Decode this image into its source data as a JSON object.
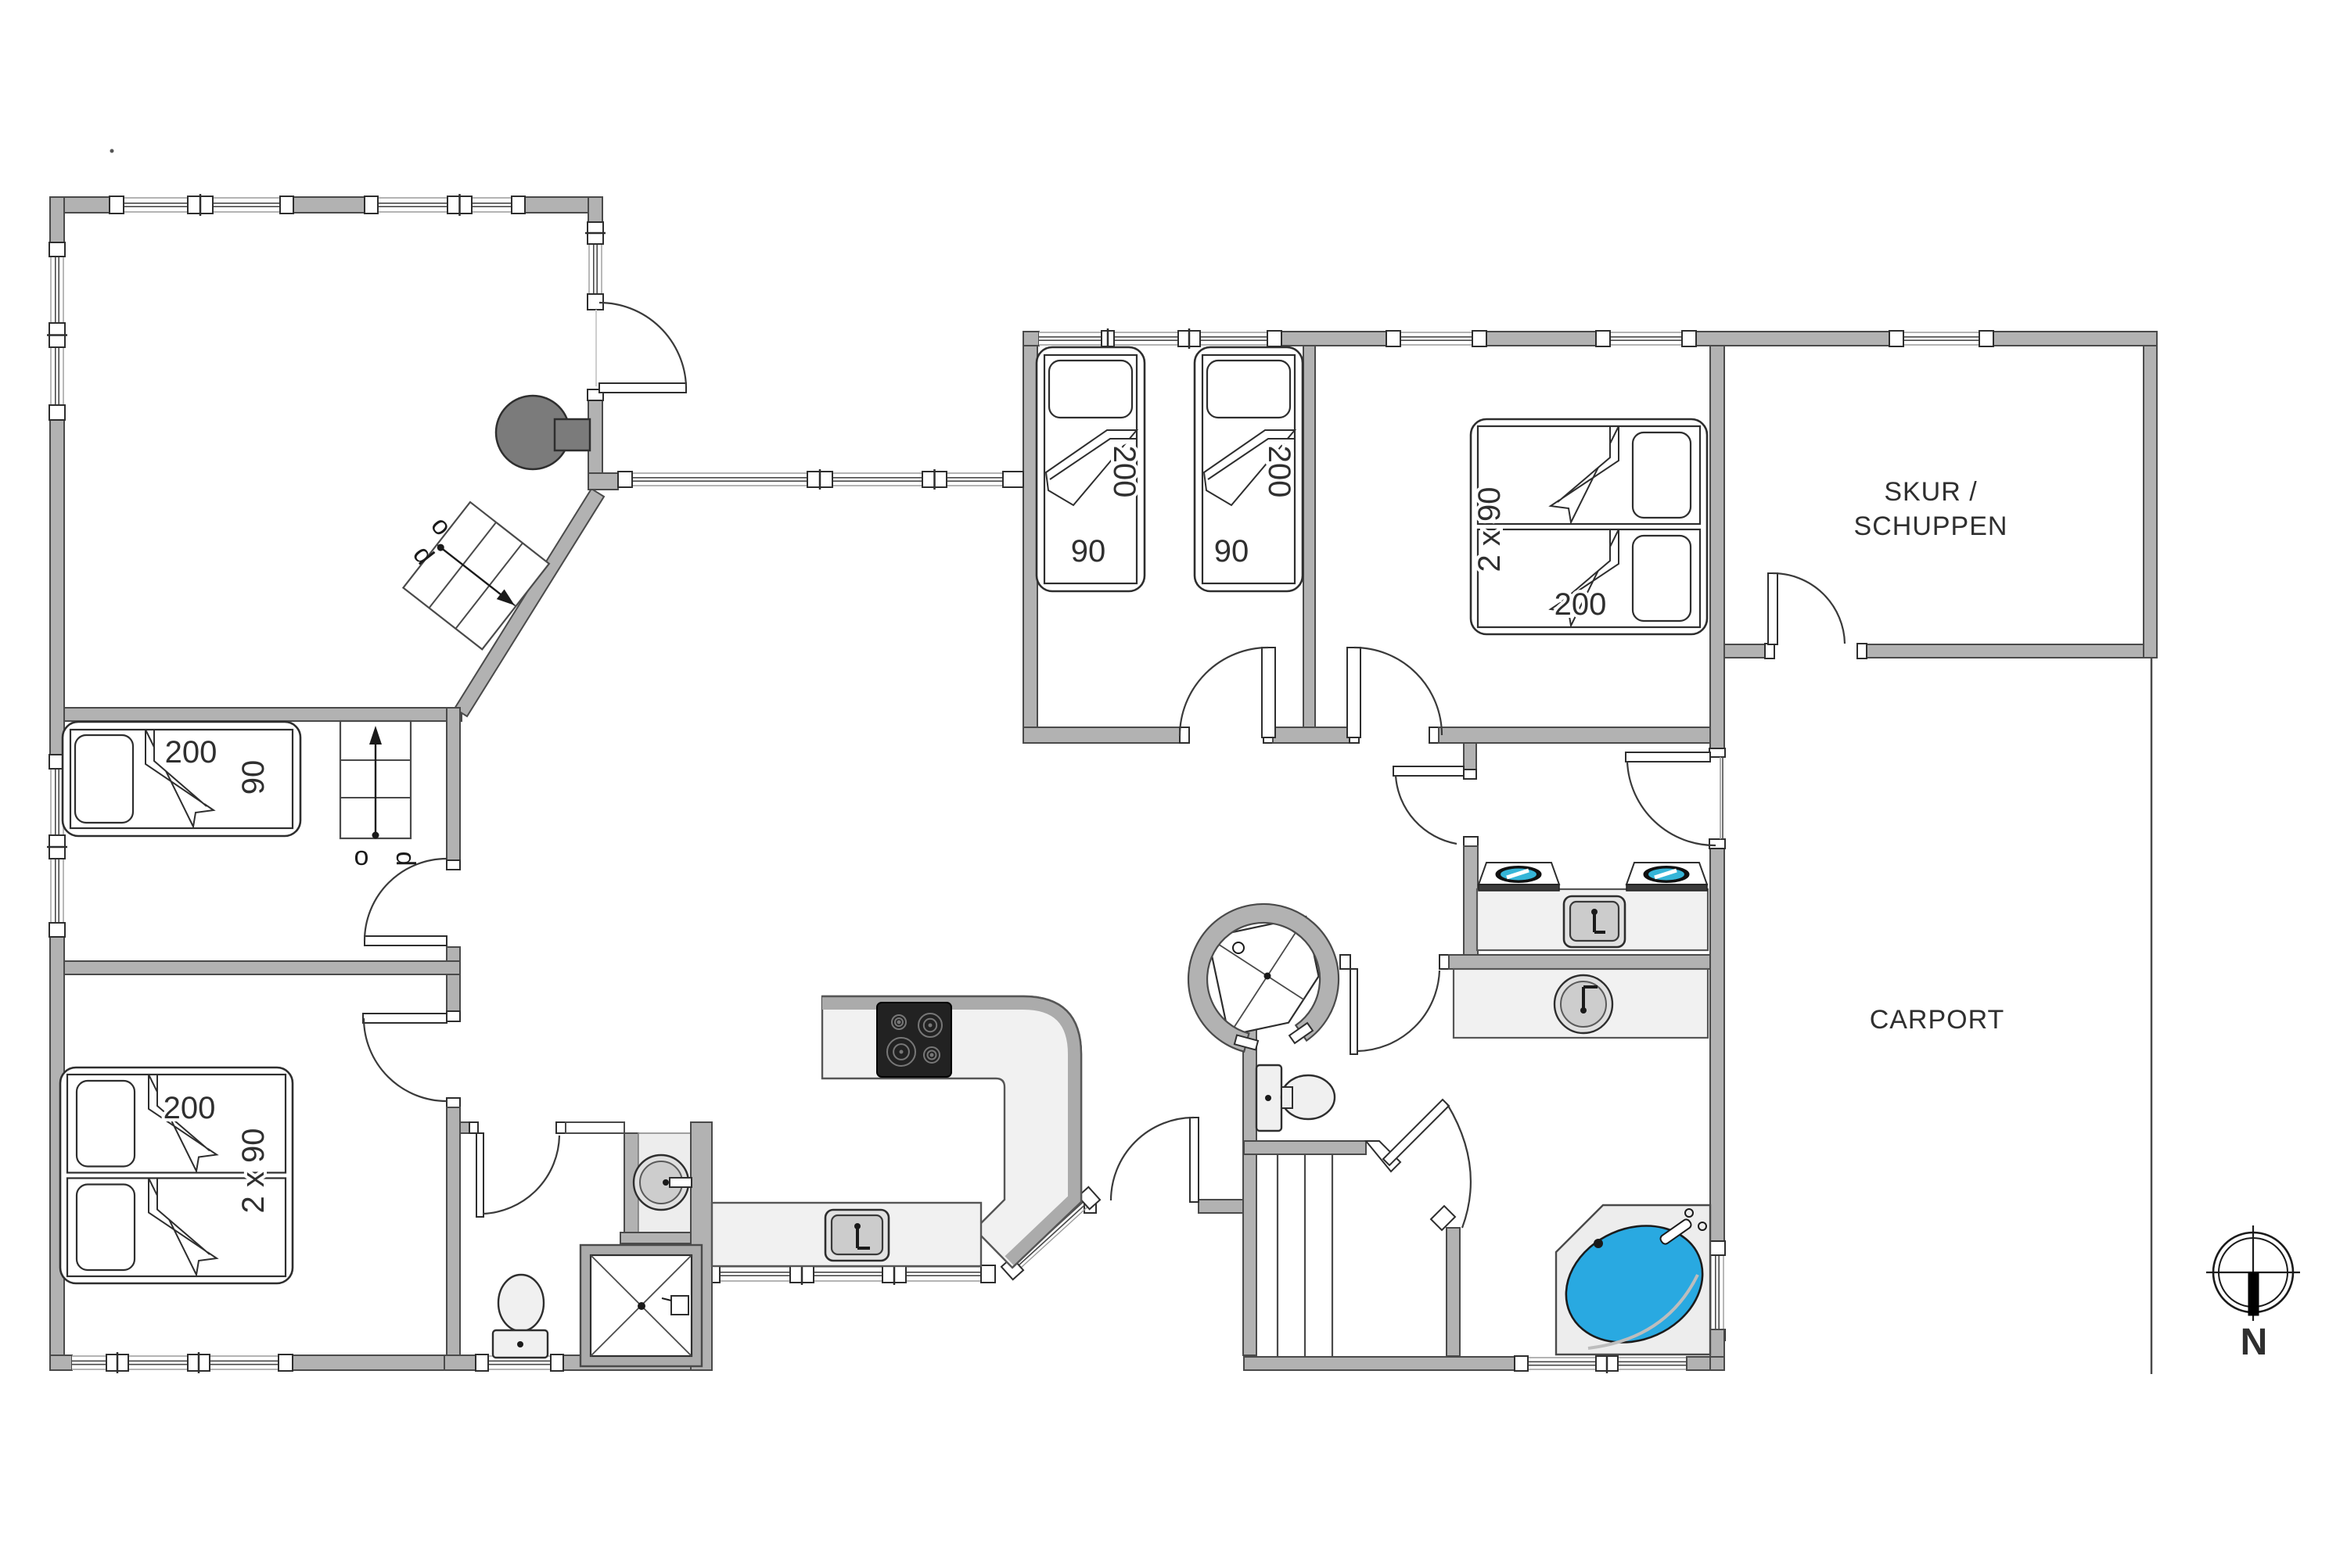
{
  "plan": {
    "type": "floor-plan",
    "rooms": {
      "shed": {
        "label_line1": "SKUR /",
        "label_line2": "SCHUPPEN"
      },
      "carport": {
        "label": "CARPORT"
      }
    },
    "compass": {
      "north_label": "N",
      "north_direction": "down"
    },
    "stairs": {
      "annex": {
        "label": "op"
      },
      "hall": {
        "label": "op"
      }
    },
    "beds": {
      "annex_single": {
        "length": "200",
        "width": "90"
      },
      "family_double": {
        "length": "200",
        "width": "2 x 90"
      },
      "twin_left": {
        "length": "200",
        "width": "90"
      },
      "twin_right": {
        "length": "200",
        "width": "90"
      },
      "master_double": {
        "length": "200",
        "width": "2 x 90"
      }
    },
    "colors": {
      "wall": "#b2b2b2",
      "wall_outline": "#4a4a4a",
      "fixture": "#f1f1f1",
      "tub_water": "#29a9e1",
      "machine_glass": "#35b5d8",
      "stove": "#7b7b7b",
      "text": "#2f2f2f"
    }
  }
}
